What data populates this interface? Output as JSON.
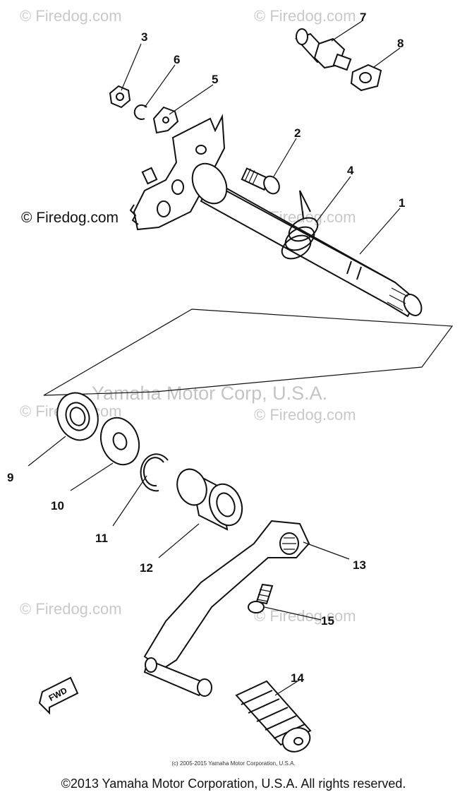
{
  "callouts": [
    {
      "label": "1"
    },
    {
      "label": "2"
    },
    {
      "label": "3"
    },
    {
      "label": "4"
    },
    {
      "label": "5"
    },
    {
      "label": "6"
    },
    {
      "label": "7"
    },
    {
      "label": "8"
    },
    {
      "label": "9"
    },
    {
      "label": "10"
    },
    {
      "label": "11"
    },
    {
      "label": "12"
    },
    {
      "label": "13"
    },
    {
      "label": "14"
    },
    {
      "label": "15"
    }
  ],
  "watermarks": {
    "firedog": "© Firedog.com",
    "firedog_short": "Firedog.com",
    "company": "Yamaha Motor Corp, U.S.A."
  },
  "fwd_label": "FWD",
  "small_credit": "(c) 2005-2015 Yamaha Motor Corporation, U.S.A.",
  "footer": "©2013 Yamaha Motor Corporation, U.S.A. All rights reserved."
}
